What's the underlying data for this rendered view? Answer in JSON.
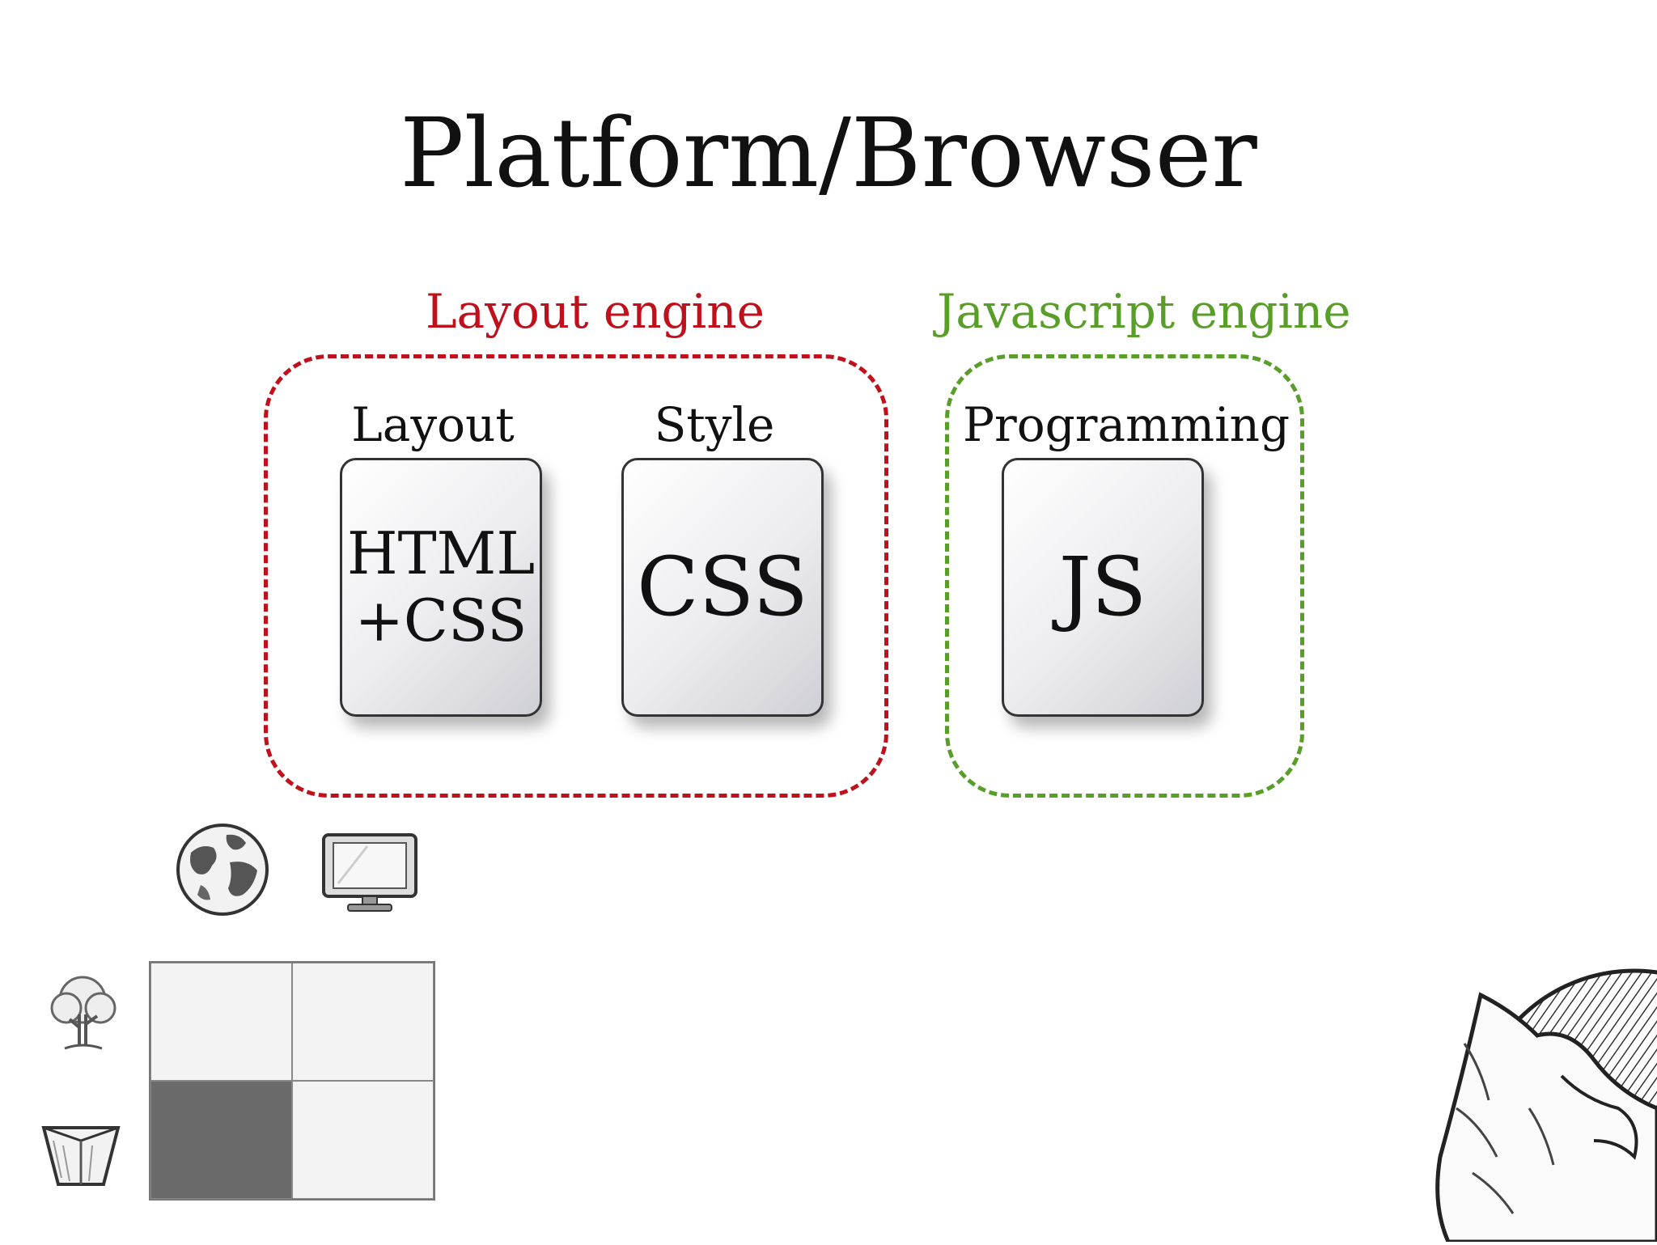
{
  "slide": {
    "title": "Platform/Browser"
  },
  "groups": {
    "layout_engine": {
      "label": "Layout engine",
      "color": "#c0101c"
    },
    "javascript_engine": {
      "label": "Javascript engine",
      "color": "#5a9e2a"
    }
  },
  "cards": {
    "layout": {
      "label": "Layout",
      "line1": "HTML",
      "line2": "+CSS"
    },
    "style": {
      "label": "Style",
      "text": "CSS"
    },
    "programming": {
      "label": "Programming",
      "text": "JS"
    }
  },
  "icons": [
    "globe-icon",
    "monitor-icon",
    "tree-icon",
    "pot-icon",
    "firefox-logo-icon"
  ],
  "grid": {
    "rows": 2,
    "cols": 2,
    "dark_cell": [
      1,
      0
    ]
  }
}
